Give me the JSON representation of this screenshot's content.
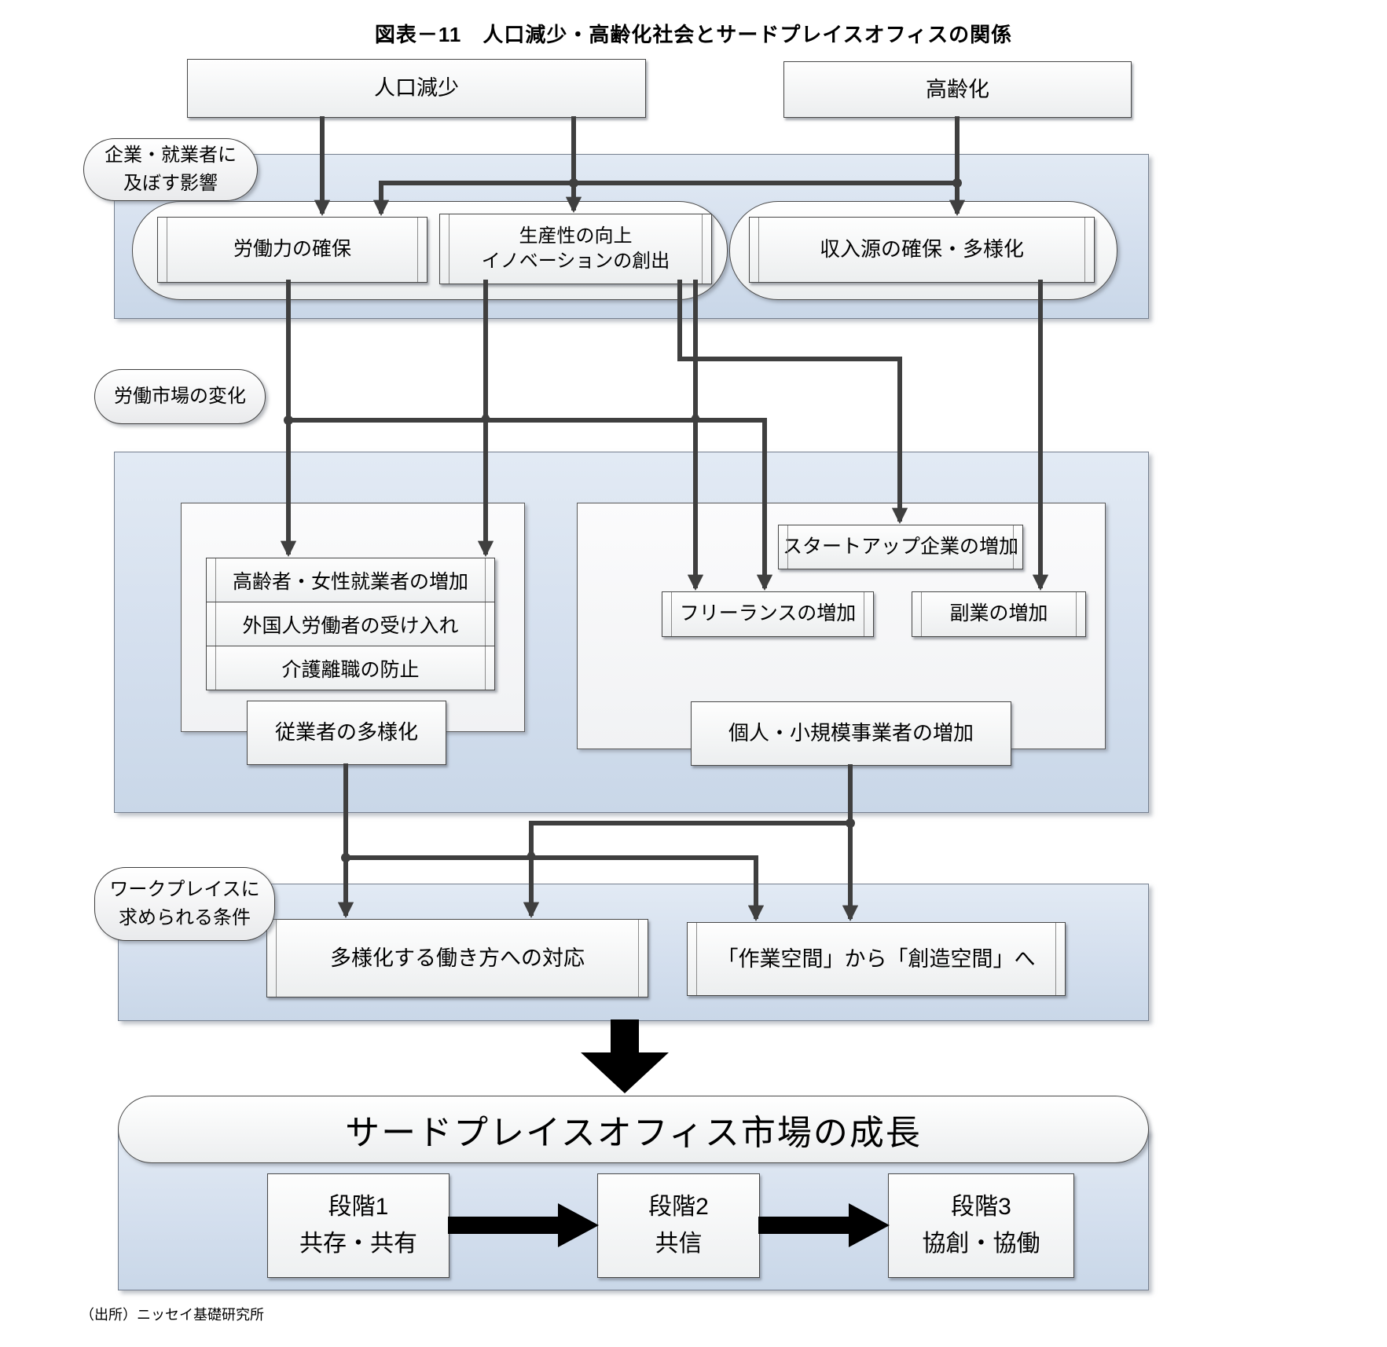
{
  "title": "図表－11　人口減少・高齢化社会とサードプレイスオフィスの関係",
  "source": "（出所）ニッセイ基礎研究所",
  "colors": {
    "region_blue": "#d4dfee",
    "connector": "#3f3f3f",
    "big_arrow": "#000000"
  },
  "top": {
    "population_decline": "人口減少",
    "aging": "高齢化"
  },
  "impact_section": {
    "label": "企業・就業者に\n及ぼす影響",
    "workforce": "労働力の確保",
    "productivity": "生産性の向上\nイノベーションの創出",
    "income": "収入源の確保・多様化"
  },
  "labor_section": {
    "label": "労働市場の変化",
    "list": [
      "高齢者・女性就業者の増加",
      "外国人労働者の受け入れ",
      "介護離職の防止"
    ],
    "workers_summary": "従業者の多様化",
    "startup": "スタートアップ企業の増加",
    "freelance": "フリーランスの増加",
    "sidejob": "副業の増加",
    "business_summary": "個人・小規模事業者の増加"
  },
  "workplace_section": {
    "label": "ワークプレイスに\n求められる条件",
    "diverse": "多様化する働き方への対応",
    "creative": "「作業空間」から「創造空間」へ"
  },
  "growth_section": {
    "banner": "サードプレイスオフィス市場の成長",
    "stages": [
      {
        "stage": "段階1",
        "desc": "共存・共有"
      },
      {
        "stage": "段階2",
        "desc": "共信"
      },
      {
        "stage": "段階3",
        "desc": "協創・協働"
      }
    ]
  }
}
